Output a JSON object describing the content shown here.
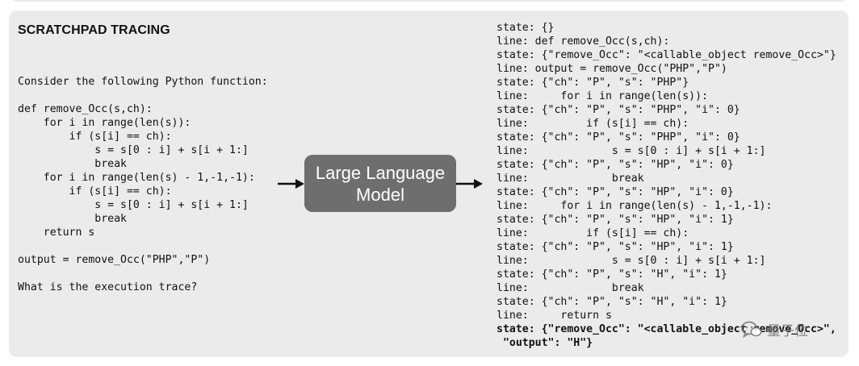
{
  "panel": {
    "title": "SCRATCHPAD TRACING"
  },
  "prompt": {
    "lines": [
      "Consider the following Python function:",
      "",
      "def remove_Occ(s,ch):",
      "    for i in range(len(s)):",
      "        if (s[i] == ch):",
      "            s = s[0 : i] + s[i + 1:]",
      "            break",
      "    for i in range(len(s) - 1,-1,-1):",
      "        if (s[i] == ch):",
      "            s = s[0 : i] + s[i + 1:]",
      "            break",
      "    return s",
      "",
      "output = remove_Occ(\"PHP\",\"P\")",
      "",
      "What is the execution trace?"
    ]
  },
  "model": {
    "label": "Large Language\nModel"
  },
  "trace": {
    "lines": [
      "state: {}",
      "line: def remove_Occ(s,ch):",
      "state: {\"remove_Occ\": \"<callable_object remove_Occ>\"}",
      "line: output = remove_Occ(\"PHP\",\"P\")",
      "state: {\"ch\": \"P\", \"s\": \"PHP\"}",
      "line:     for i in range(len(s)):",
      "state: {\"ch\": \"P\", \"s\": \"PHP\", \"i\": 0}",
      "line:         if (s[i] == ch):",
      "state: {\"ch\": \"P\", \"s\": \"PHP\", \"i\": 0}",
      "line:             s = s[0 : i] + s[i + 1:]",
      "state: {\"ch\": \"P\", \"s\": \"HP\", \"i\": 0}",
      "line:             break",
      "state: {\"ch\": \"P\", \"s\": \"HP\", \"i\": 0}",
      "line:     for i in range(len(s) - 1,-1,-1):",
      "state: {\"ch\": \"P\", \"s\": \"HP\", \"i\": 1}",
      "line:         if (s[i] == ch):",
      "state: {\"ch\": \"P\", \"s\": \"HP\", \"i\": 1}",
      "line:             s = s[0 : i] + s[i + 1:]",
      "state: {\"ch\": \"P\", \"s\": \"H\", \"i\": 1}",
      "line:             break",
      "state: {\"ch\": \"P\", \"s\": \"H\", \"i\": 1}",
      "line:     return s"
    ],
    "final_lines": [
      "state: {\"remove_Occ\": \"<callable_object remove_Occ>\",",
      " \"output\": \"H\"}"
    ]
  },
  "watermark": {
    "label": "量子位",
    "icon": "wechat-icon"
  },
  "colors": {
    "panel_background": "#ebebeb",
    "model_box": "#6e6e6e",
    "text": "#111111"
  }
}
